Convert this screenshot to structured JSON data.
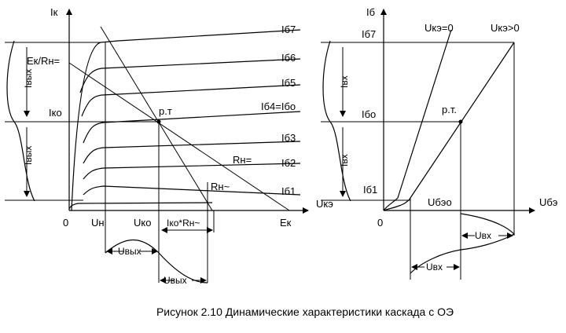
{
  "left": {
    "y_axis": "Iк",
    "x_axis": "Uкэ",
    "origin": "0",
    "curves": [
      "Iб7",
      "Iб6",
      "Iб5",
      "Iб4=Iбо",
      "Iб3",
      "Iб2",
      "Iб1"
    ],
    "ek_rn": "Eк/Rн=",
    "iko": "Iко",
    "rt": "р.т",
    "rn_eq": "Rн=",
    "rn_ac": "Rн~",
    "x_marks": {
      "un": "Uн",
      "uko": "Uко",
      "iko_rn": "Iко*Rн~",
      "ek": "Eк"
    },
    "i_out_top": "Iвых",
    "i_out_bottom": "Iвых",
    "u_out_1": "Uвых",
    "u_out_2": "Uвых"
  },
  "right": {
    "y_axis": "Iб",
    "x_axis": "Uбэ",
    "origin": "0",
    "ib7": "Iб7",
    "ibo": "Iбо",
    "ib1": "Iб1",
    "uke0": "Uкэ=0",
    "uke_gt0": "Uкэ>0",
    "rt": "р.т.",
    "ubeo": "Uбэо",
    "i_in_top": "Iвх",
    "i_in_bottom": "Iвх",
    "u_in_1": "Uвх",
    "u_in_2": "Uвх"
  },
  "caption": "Рисунок 2.10 Динамические характеристики каскада с ОЭ"
}
